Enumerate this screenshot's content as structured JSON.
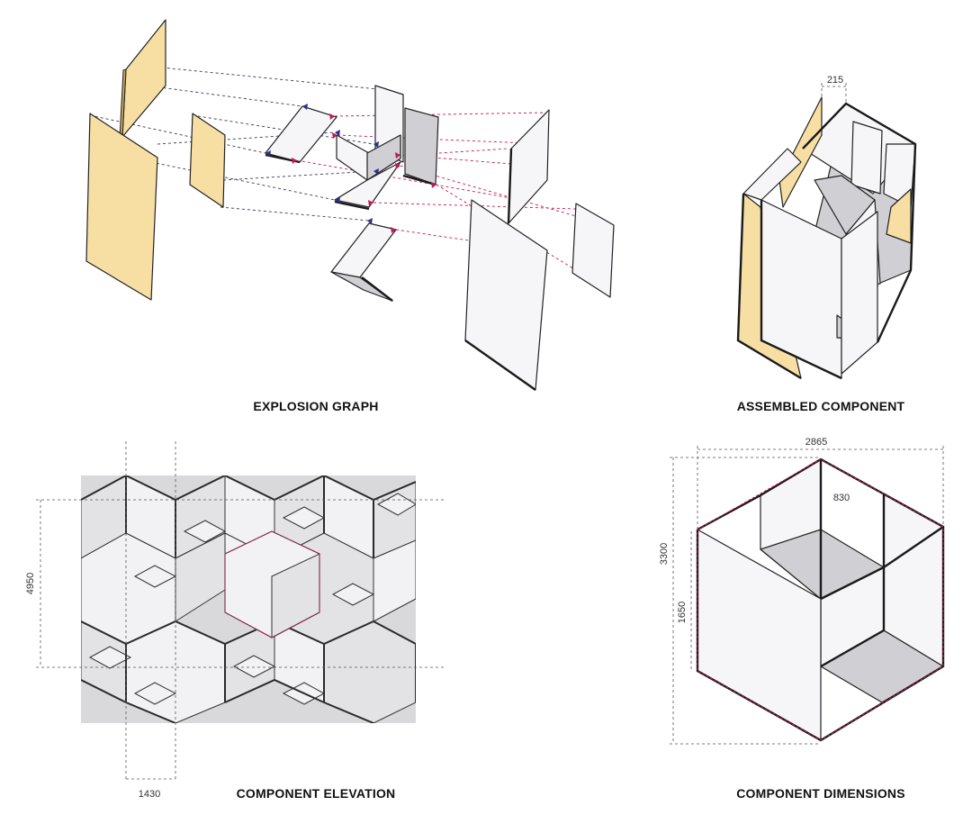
{
  "captions": {
    "explosion": "EXPLOSION GRAPH",
    "assembled": "ASSEMBLED COMPONENT",
    "elevation": "COMPONENT ELEVATION",
    "dimensions": "COMPONENT DIMENSIONS"
  },
  "dimensions": {
    "assembled_depth": "215",
    "elevation_height": "4950",
    "elevation_width": "1430",
    "overall_width": "2865",
    "overall_height": "3300",
    "half_height": "1650",
    "inner_depth": "830"
  },
  "colors": {
    "panel_yellow": "#f7dfa4",
    "panel_white": "#ececef",
    "arrow_blue": "#2b2e8c",
    "arrow_pink": "#c2185b"
  }
}
